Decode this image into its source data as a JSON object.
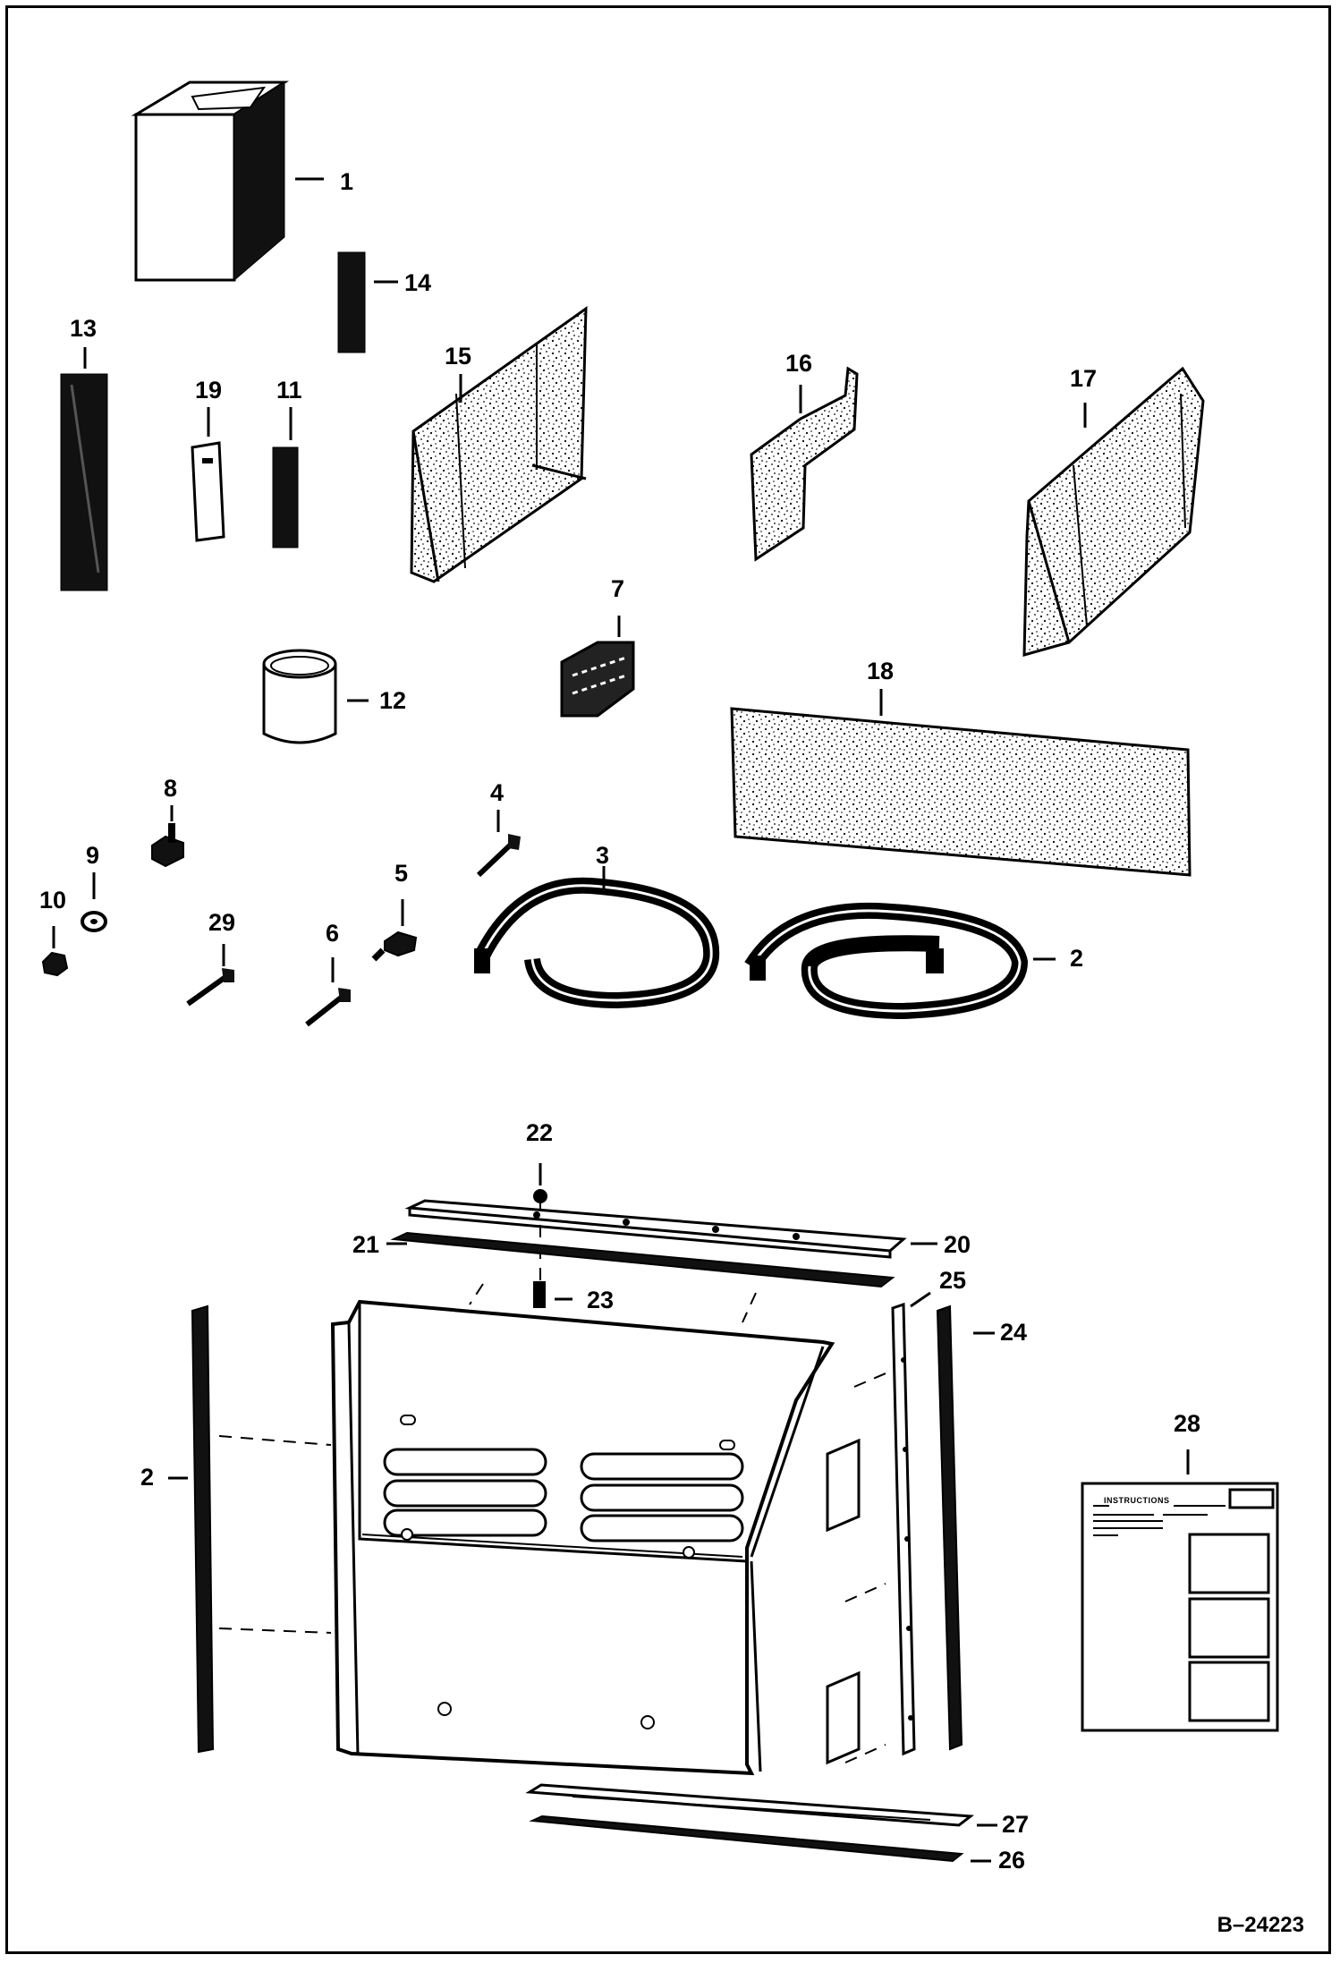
{
  "figure_id": "B–24223",
  "instruction_sheet_title": "INSTRUCTIONS",
  "callouts": [
    {
      "id": "callout-1",
      "label": "1"
    },
    {
      "id": "callout-14",
      "label": "14"
    },
    {
      "id": "callout-13",
      "label": "13"
    },
    {
      "id": "callout-19",
      "label": "19"
    },
    {
      "id": "callout-11",
      "label": "11"
    },
    {
      "id": "callout-15",
      "label": "15"
    },
    {
      "id": "callout-16",
      "label": "16"
    },
    {
      "id": "callout-17",
      "label": "17"
    },
    {
      "id": "callout-7",
      "label": "7"
    },
    {
      "id": "callout-12",
      "label": "12"
    },
    {
      "id": "callout-18",
      "label": "18"
    },
    {
      "id": "callout-8",
      "label": "8"
    },
    {
      "id": "callout-4",
      "label": "4"
    },
    {
      "id": "callout-9",
      "label": "9"
    },
    {
      "id": "callout-3",
      "label": "3"
    },
    {
      "id": "callout-5",
      "label": "5"
    },
    {
      "id": "callout-10",
      "label": "10"
    },
    {
      "id": "callout-29",
      "label": "29"
    },
    {
      "id": "callout-6",
      "label": "6"
    },
    {
      "id": "callout-2-top",
      "label": "2"
    },
    {
      "id": "callout-22",
      "label": "22"
    },
    {
      "id": "callout-21",
      "label": "21"
    },
    {
      "id": "callout-20",
      "label": "20"
    },
    {
      "id": "callout-23",
      "label": "23"
    },
    {
      "id": "callout-25",
      "label": "25"
    },
    {
      "id": "callout-24",
      "label": "24"
    },
    {
      "id": "callout-28",
      "label": "28"
    },
    {
      "id": "callout-2-bottom",
      "label": "2"
    },
    {
      "id": "callout-27",
      "label": "27"
    },
    {
      "id": "callout-26",
      "label": "26"
    }
  ]
}
